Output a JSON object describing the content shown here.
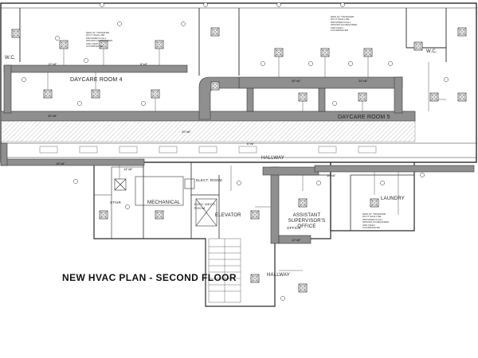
{
  "title": "NEW HVAC PLAN - SECOND FLOOR",
  "rooms": [
    {
      "id": "daycare-room-4",
      "label": "DAYCARE ROOM 4"
    },
    {
      "id": "daycare-room-5",
      "label": "DAYCARE ROOM 5"
    },
    {
      "id": "wc-left",
      "label": "W.C."
    },
    {
      "id": "wc-right",
      "label": "W.C."
    },
    {
      "id": "hallway-upper",
      "label": "HALLWAY"
    },
    {
      "id": "hallway-lower",
      "label": "HALLWAY"
    },
    {
      "id": "mechanical",
      "label": "MECHANICAL"
    },
    {
      "id": "elevator",
      "label": "ELEVATOR"
    },
    {
      "id": "elev-mech-room",
      "label": "ELEV. MECH. ROOM"
    },
    {
      "id": "elect-room",
      "label": "ELECT. ROOM"
    },
    {
      "id": "stair",
      "label": "STAIR"
    },
    {
      "id": "assistant-supervisors-office",
      "label": "ASSISTANT SUPERVISOR'S OFFICE"
    },
    {
      "id": "office",
      "label": "OFFICE"
    },
    {
      "id": "laundry",
      "label": "LAUNDRY"
    }
  ],
  "dimensions": [
    "12\"x8\"",
    "8\"x8\"",
    "30\"x8\"",
    "30\"x8\"",
    "24\"x8\"",
    "20\"x8\"",
    "18\"x8\"",
    "14\"x8\"",
    "10\"x8\"",
    "12\"x8\"",
    "6\"x6\""
  ],
  "notes": [
    "NEW 10\" TRANSFER DUCT SHALL BE PROVIDED IN ALL SPACES AS REQUIRED AND FIELD COORDINATED",
    "NEW 10\" TRANSFER DUCT SHALL BE PROVIDED IN ALL SPACES AS REQUIRED AND FIELD COORDINATED",
    "NEW 10\" TRANSFER DUCT SHALL BE PROVIDED IN ALL SPACES AS REQUIRED AND FIELD COORDINATED"
  ],
  "colors": {
    "duct_fill": "#8f8f8f",
    "duct_stroke": "#3a3a3a",
    "wall": "#2a2a2a",
    "line": "#555555",
    "hatch": "#9a9a9a",
    "diffuser": "#444444"
  }
}
